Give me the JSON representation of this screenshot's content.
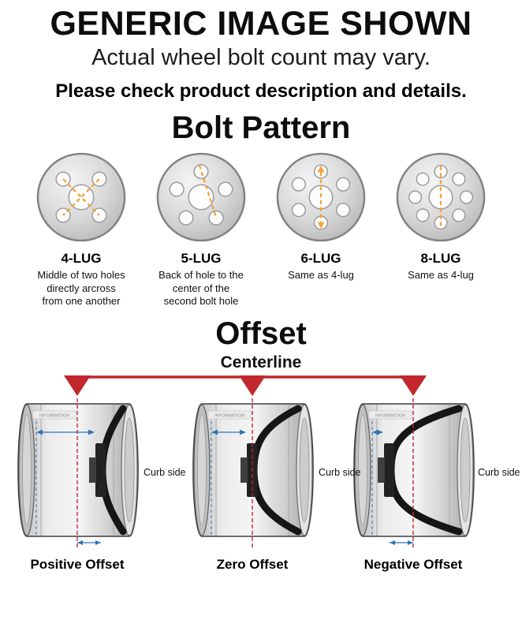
{
  "header": {
    "title": "GENERIC IMAGE SHOWN",
    "subtitle": "Actual wheel bolt count may vary.",
    "note": "Please check product description and details."
  },
  "bolt_pattern": {
    "title": "Bolt Pattern",
    "items": [
      {
        "label": "4-LUG",
        "description": "Middle of two holes directly arcross from one another"
      },
      {
        "label": "5-LUG",
        "description": "Back of hole to the center of the second bolt hole"
      },
      {
        "label": "6-LUG",
        "description": "Same as 4-lug"
      },
      {
        "label": "8-LUG",
        "description": "Same as 4-lug"
      }
    ]
  },
  "offset": {
    "title": "Offset",
    "centerline_label": "Centerline",
    "curb_side_label": "Curb side",
    "watermark": "INFORMATION",
    "items": [
      {
        "label": "Positive Offset"
      },
      {
        "label": "Zero Offset"
      },
      {
        "label": "Negative Offset"
      }
    ]
  },
  "colors": {
    "centerline_red": "#c1272d",
    "measure_orange": "#f5a33b",
    "arrow_blue": "#2e75b6"
  }
}
